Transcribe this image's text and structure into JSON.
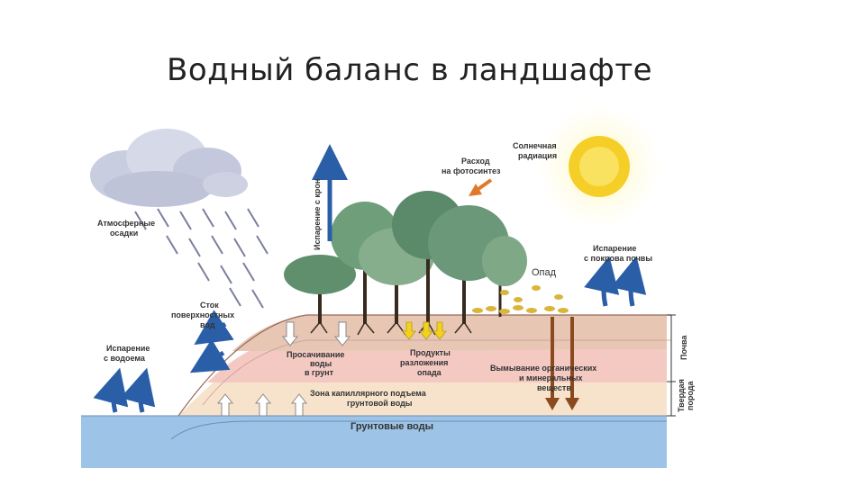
{
  "title": "Водный баланс в ландшафте",
  "labels": {
    "precipitation": [
      "Атмосферные",
      "осадки"
    ],
    "canopy_evap": "Испарение с крон",
    "photosynthesis": [
      "Расход",
      "на фотосинтез"
    ],
    "solar": [
      "Солнечная",
      "радиация"
    ],
    "soil_evap": [
      "Испарение",
      "с покрова почвы"
    ],
    "litter": "Опад",
    "surface_runoff": [
      "Сток",
      "поверхностных",
      "вод"
    ],
    "water_evap": [
      "Испарение",
      "с водоема"
    ],
    "infiltration": [
      "Просачивание",
      "воды",
      "в грунт"
    ],
    "decomposition": [
      "Продукты",
      "разложения",
      "опада"
    ],
    "leaching": [
      "Вымывание органических",
      "и минеральных",
      "веществ"
    ],
    "capillary": [
      "Зона капиллярного подъема",
      "грунтовой воды"
    ],
    "groundwater": "Грунтовые воды",
    "soil": "Почва",
    "bedrock": [
      "Твердая",
      "порода"
    ]
  },
  "colors": {
    "blue_arrow": "#2a5fa8",
    "brown_arrow": "#8a4a1e",
    "orange_arrow": "#e07a2a",
    "yellow_arrow": "#f2d21c",
    "groundwater": "#9dc3e6",
    "soil_top": "#e7c6b4",
    "soil_mid": "#f3c9c2",
    "capillary": "#f7e3cc",
    "sun": "#f5cf28",
    "tree": "#6f9e7a"
  }
}
